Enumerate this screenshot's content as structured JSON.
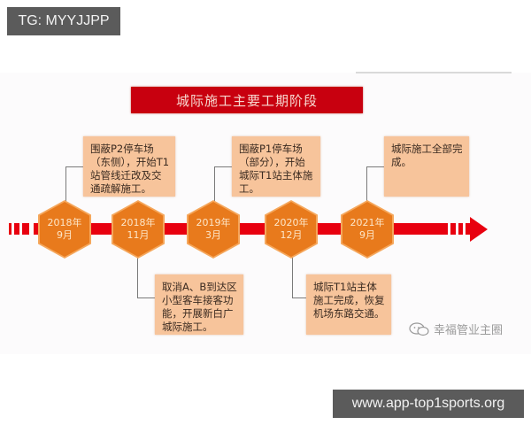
{
  "overlay": {
    "tg_label": "TG: MYYJJPP",
    "url_label": "www.app-top1sports.org"
  },
  "diagram": {
    "title": "城际施工主要工期阶段",
    "colors": {
      "banner": "#c8000f",
      "axis": "#e8000f",
      "hexagon": "#e87a1c",
      "note": "#f7c49b"
    },
    "milestones": [
      {
        "year": "2018年",
        "month": "9月",
        "note": "围蔽P2停车场（东侧），开始T1站管线迁改及交通疏解施工。",
        "position": "above"
      },
      {
        "year": "2018年",
        "month": "11月",
        "note": "取消A、B到达区小型客车接客功能，开展新白广城际施工。",
        "position": "below"
      },
      {
        "year": "2019年",
        "month": "3月",
        "note": "围蔽P1停车场（部分），开始城际T1站主体施工。",
        "position": "above"
      },
      {
        "year": "2020年",
        "month": "12月",
        "note": "城际T1站主体施工完成，恢复机场东路交通。",
        "position": "below"
      },
      {
        "year": "2021年",
        "month": "9月",
        "note": "城际施工全部完成。",
        "position": "above"
      }
    ],
    "watermark": {
      "icon": "wechat-icon",
      "text": "幸福管业主圈"
    }
  }
}
